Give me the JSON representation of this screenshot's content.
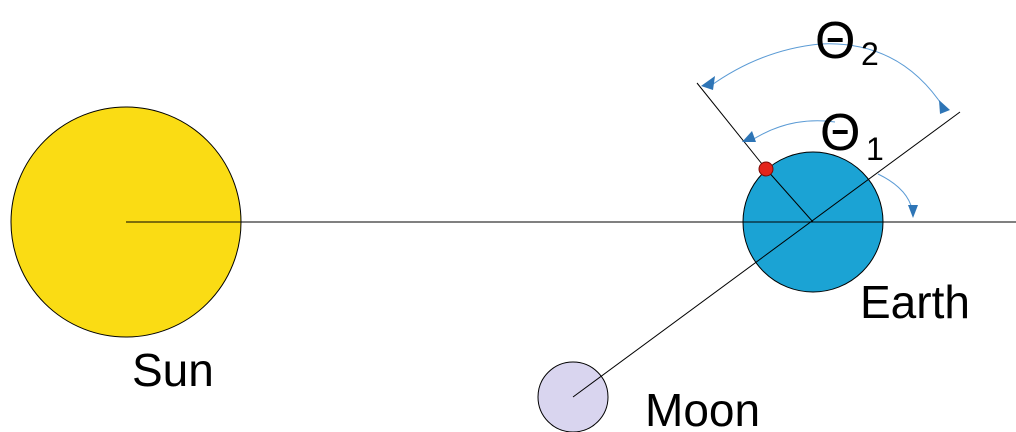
{
  "colors": {
    "sun_fill": "#FADC14",
    "earth_fill": "#1BA3D4",
    "moon_fill": "#D9D5EF",
    "observer_dot": "#E3241B",
    "angle_arc": "#5B9BD5",
    "angle_arrowhead": "#2E75B6",
    "line": "#000000",
    "background": "#FFFFFF"
  },
  "labels": {
    "sun": "Sun",
    "earth": "Earth",
    "moon": "Moon",
    "theta1_symbol": "Θ",
    "theta1_sub": "1",
    "theta2_symbol": "Θ",
    "theta2_sub": "2"
  }
}
